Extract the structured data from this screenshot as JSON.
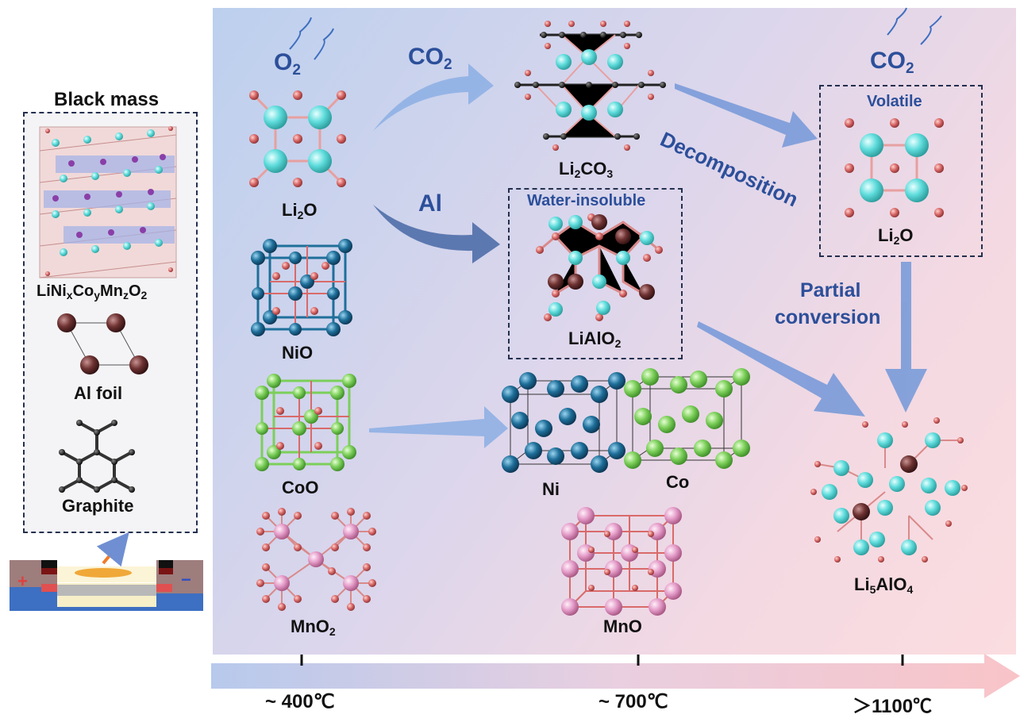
{
  "left": {
    "title": "Black mass",
    "ncm_label": "LiNi",
    "ncm_x": "x",
    "ncm_co": "Co",
    "ncm_y": "y",
    "ncm_mn": "Mn",
    "ncm_z": "z",
    "ncm_o": "O",
    "ncm_2": "2",
    "al_label": "Al  foil",
    "graphite_label": "Graphite",
    "plus": "+",
    "minus": "−"
  },
  "gases": {
    "o2_main": "O",
    "o2_sub": "2",
    "co2_main": "CO",
    "co2_sub": "2",
    "co2b_main": "CO",
    "co2b_sub": "2"
  },
  "arrows": {
    "al": "Al",
    "decomposition": "Decomposition",
    "partial_1": "Partial",
    "partial_2": "conversion"
  },
  "compounds": {
    "li2o_a": "Li",
    "li2o_b": "2",
    "li2o_c": "O",
    "nio": "NiO",
    "coo": "CoO",
    "mno2_a": "MnO",
    "mno2_b": "2",
    "li2co3_a": "Li",
    "li2co3_b": "2",
    "li2co3_c": "CO",
    "li2co3_d": "3",
    "liaio2_a": "LiAlO",
    "liaio2_b": "2",
    "ni": "Ni",
    "co": "Co",
    "mno": "MnO",
    "li5_a": "Li",
    "li5_b": "5",
    "li5_c": "AlO",
    "li5_d": "4"
  },
  "boxes": {
    "water_insoluble": "Water-insoluble",
    "volatile": "Volatile"
  },
  "axis": {
    "t1": "~ 400℃",
    "t2": "~ 700℃",
    "t3": "＞1100℃"
  },
  "colors": {
    "li": "#5fdcdc",
    "o": "#d96a6a",
    "ni": "#1e6f9a",
    "co_atom": "#7ccf5a",
    "mn": "#e49bc8",
    "al": "#6e3232",
    "c": "#222222",
    "accent_text": "#2c4f9a"
  }
}
